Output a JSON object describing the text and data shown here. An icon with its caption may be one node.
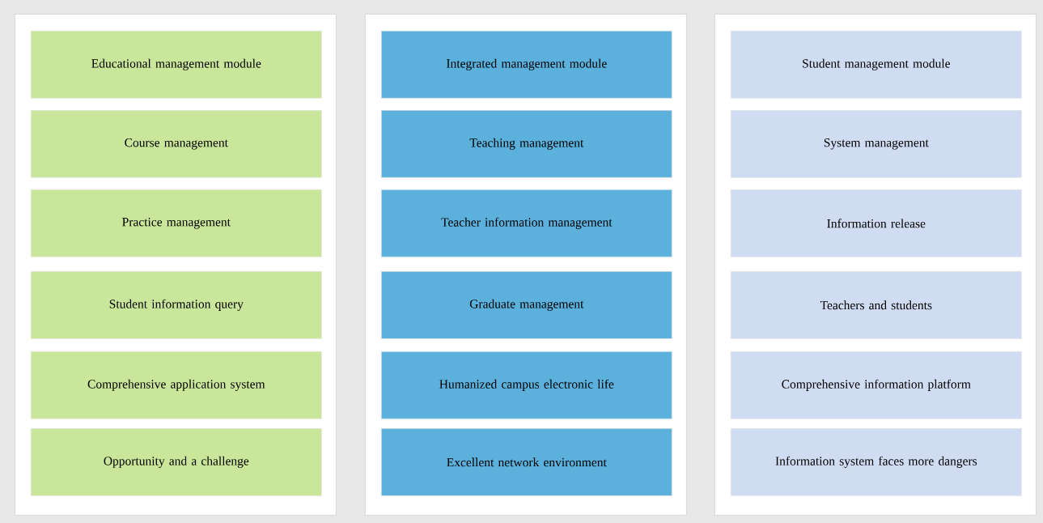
{
  "diagram": {
    "nodes": [
      {
        "text": [],
        "shape": "box"
      },
      {
        "text": [
          "Educational management module"
        ],
        "in": 0
      },
      {
        "text": [
          "Course management"
        ],
        "in": 0
      },
      {
        "text": [
          "Practice management"
        ],
        "in": 0
      },
      {
        "text": [
          "Student information query"
        ],
        "in": 0
      },
      {
        "text": [
          "Comprehensive application system"
        ],
        "in": 0
      },
      {
        "text": [
          "Opportunity and a challenge"
        ],
        "in": 0
      },
      {
        "text": [],
        "shape": "box"
      },
      {
        "text": [
          "Integrated management module"
        ],
        "in": 7
      },
      {
        "text": [
          "Teaching management"
        ],
        "in": 7
      },
      {
        "text": [
          "Teacher information management"
        ],
        "in": 7
      },
      {
        "text": [
          "Graduate management"
        ],
        "in": 7
      },
      {
        "text": [
          "Humanized campus electronic life"
        ],
        "in": 7
      },
      {
        "text": [
          "Excellent network environment"
        ],
        "in": 7
      },
      {
        "text": [],
        "shape": "box"
      },
      {
        "text": [
          "Student management module"
        ],
        "in": 14
      },
      {
        "text": [
          "System management"
        ],
        "in": 14
      },
      {
        "text": [
          "Information release"
        ],
        "in": 14
      },
      {
        "text": [
          "Teachers and students"
        ],
        "in": 14
      },
      {
        "text": [
          "Comprehensive information platform"
        ],
        "in": 14
      },
      {
        "text": [
          "Information system faces more dangers"
        ],
        "in": 14
      }
    ]
  }
}
